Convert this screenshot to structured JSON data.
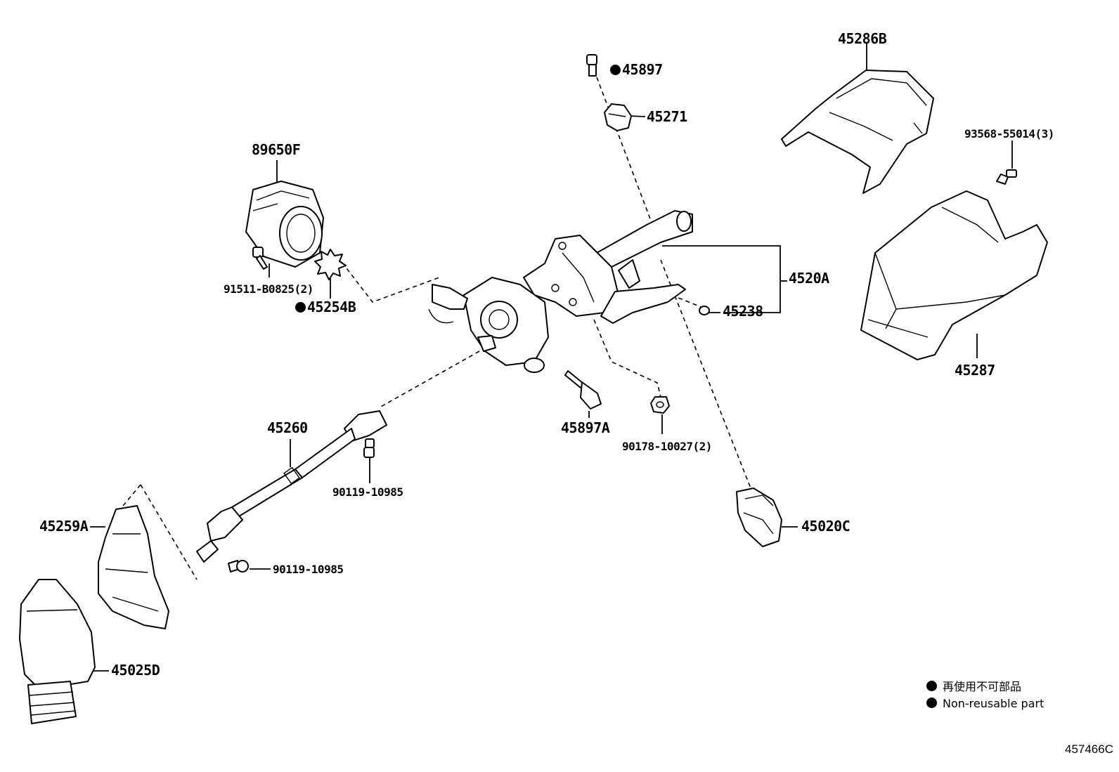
{
  "parts": {
    "p45897": "45897",
    "p45271": "45271",
    "p45286B": "45286B",
    "p93568": "93568-55014(3)",
    "p89650F": "89650F",
    "p91511": "91511-B0825(2)",
    "p45254B": "45254B",
    "p4520A": "4520A",
    "p45238": "45238",
    "p45287": "45287",
    "p45897A": "45897A",
    "p90178": "90178-10027(2)",
    "p45260": "45260",
    "p90119a": "90119-10985",
    "p45020C": "45020C",
    "p45259A": "45259A",
    "p90119b": "90119-10985",
    "p45025D": "45025D"
  },
  "legend": {
    "jp": "再使用不可部品",
    "en": "Non-reusable part"
  },
  "diagram_code": "457466C",
  "colors": {
    "line": "#000000",
    "background": "#ffffff"
  }
}
